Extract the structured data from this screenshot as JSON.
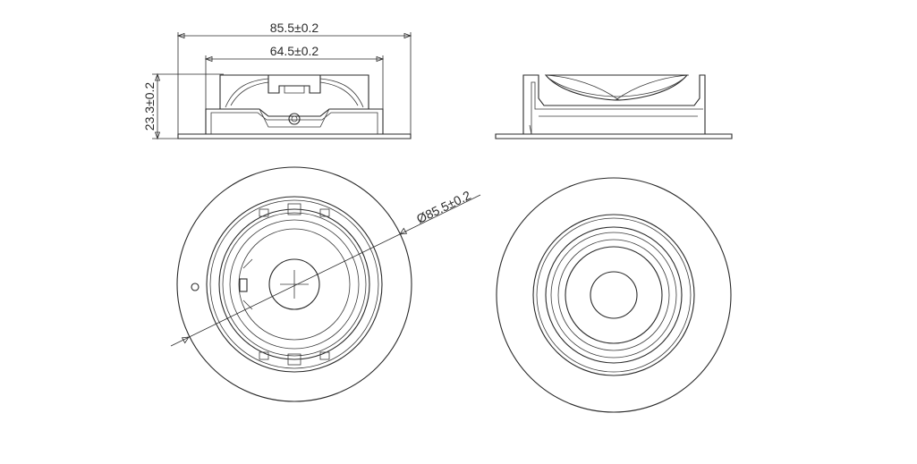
{
  "dimensions": {
    "outer_width": "85.5±0.2",
    "inner_width": "64.5±0.2",
    "height": "23.3±0.2",
    "outer_diameter": "Ø85.5±0.2"
  },
  "colors": {
    "line": "#2a2a2a",
    "background": "#ffffff"
  }
}
